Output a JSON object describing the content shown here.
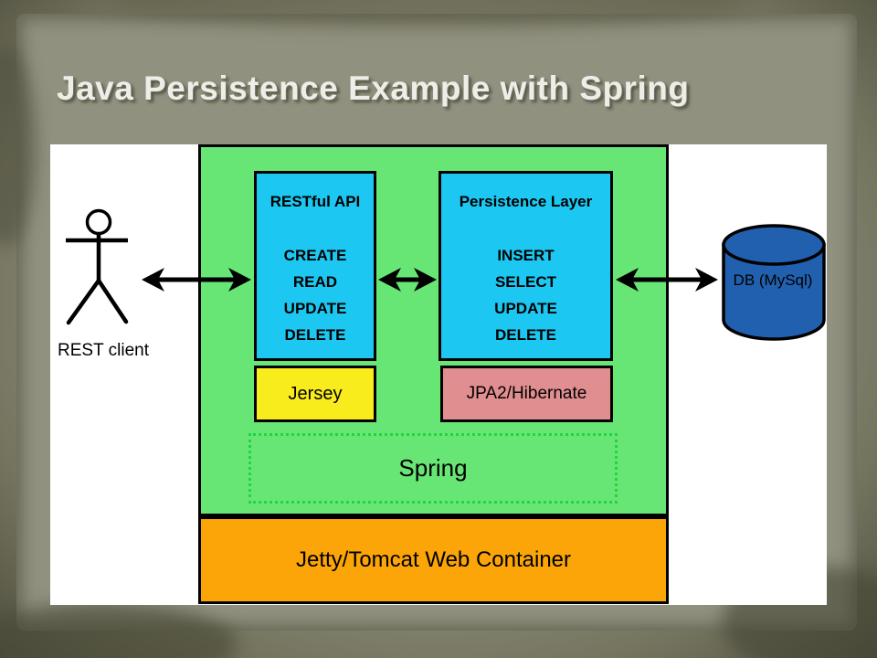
{
  "title": "Java Persistence Example with Spring",
  "diagram": {
    "rest_client": {
      "label": "REST client"
    },
    "restful_api": {
      "title": "RESTful API",
      "operations": [
        "CREATE",
        "READ",
        "UPDATE",
        "DELETE"
      ]
    },
    "persistence_layer": {
      "title": "Persistence Layer",
      "operations": [
        "INSERT",
        "SELECT",
        "UPDATE",
        "DELETE"
      ]
    },
    "jersey": {
      "label": "Jersey"
    },
    "jpa2_hibernate": {
      "label": "JPA2/Hibernate"
    },
    "spring": {
      "label": "Spring"
    },
    "web_container": {
      "label": "Jetty/Tomcat Web Container"
    },
    "database": {
      "label": "DB (MySql)"
    }
  },
  "colors": {
    "panel_green": "#68e675",
    "box_cyan": "#1cc8f2",
    "box_yellow": "#f8ec1c",
    "box_pink": "#e08e90",
    "box_orange": "#fba508",
    "db_blue": "#2160ae",
    "dotted_green": "#24d244",
    "outline_black": "#000000"
  }
}
